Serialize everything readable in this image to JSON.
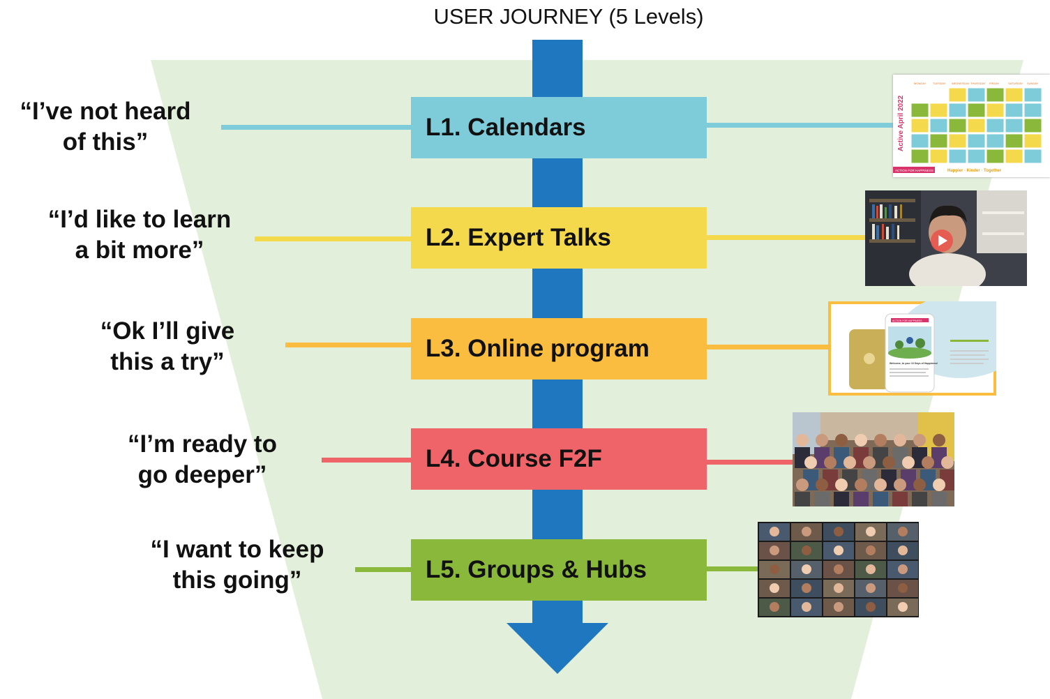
{
  "title": "USER JOURNEY (5 Levels)",
  "colors": {
    "funnel_bg": "#e2efda",
    "arrow": "#1f78bf",
    "l1": "#7ecbd9",
    "l2": "#f4d94c",
    "l3": "#fbbd3f",
    "l4": "#ee6468",
    "l5": "#8ab83a"
  },
  "levels": [
    {
      "label": "L1. Calendars",
      "quote": "“I’ve not heard\nof this”"
    },
    {
      "label": "L2. Expert Talks",
      "quote": "“I’d like to learn\na bit more”"
    },
    {
      "label": "L3. Online program",
      "quote": "“Ok I’ll give\nthis a try”"
    },
    {
      "label": "L4. Course F2F",
      "quote": "“I’m ready to\ngo deeper”"
    },
    {
      "label": "L5. Groups & Hubs",
      "quote": "“I want to keep\nthis going”"
    }
  ],
  "thumbnails": {
    "calendar": {
      "heading": "Active April 2022",
      "days": [
        "MONDAY",
        "TUESDAY",
        "WEDNESDAY",
        "THURSDAY",
        "FRIDAY",
        "SATURDAY",
        "SUNDAY"
      ],
      "footer": "Happier · Kinder · Together",
      "brand": "ACTION FOR HAPPINESS"
    },
    "online": {
      "brand": "ACTION FOR HAPPINESS",
      "welcome": "Welcome, to your 10 Days of Happiness!"
    }
  }
}
